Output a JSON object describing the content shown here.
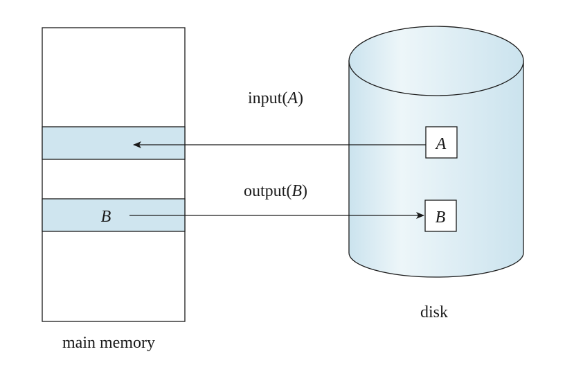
{
  "diagram": {
    "memory": {
      "label": "main memory",
      "block_b_label": "B",
      "block_fill": "#cfe5ef"
    },
    "disk": {
      "label": "disk",
      "block_a_label": "A",
      "block_b_label": "B",
      "fill_light": "#eaf4f8",
      "fill_dark": "#cbe3ee"
    },
    "operations": {
      "input": {
        "func": "input",
        "open": "(",
        "arg": "A",
        "close": ")"
      },
      "output": {
        "func": "output",
        "open": "(",
        "arg": "B",
        "close": ")"
      }
    },
    "stroke_color": "#1a1a1a"
  }
}
